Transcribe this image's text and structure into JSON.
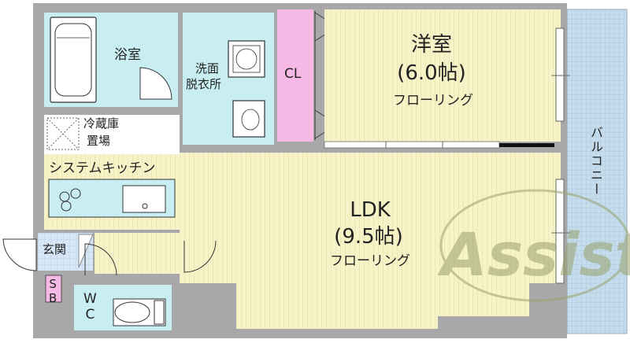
{
  "rooms": {
    "western_room": {
      "name": "洋室",
      "size": "(6.0帖)",
      "floor": "フローリング"
    },
    "ldk": {
      "name": "LDK",
      "size": "(9.5帖)",
      "floor": "フローリング"
    },
    "bathroom": "浴室",
    "washroom_line1": "洗面",
    "washroom_line2": "脱衣所",
    "closet": "CL",
    "fridge_line1": "冷蔵庫",
    "fridge_line2": "置場",
    "kitchen": "システムキッチン",
    "entrance": "玄関",
    "shoe_box": "S\nB",
    "toilet": "W\nC",
    "balcony": "バルコニー"
  },
  "watermark": "Assist",
  "colors": {
    "wet_area": "#c8eef2",
    "floor_wood": "#f7f3c8",
    "closet": "#f6b8e4",
    "balcony": "#c4dcec",
    "wall": "#a8a8a8",
    "watermark": "#9aa26a"
  }
}
